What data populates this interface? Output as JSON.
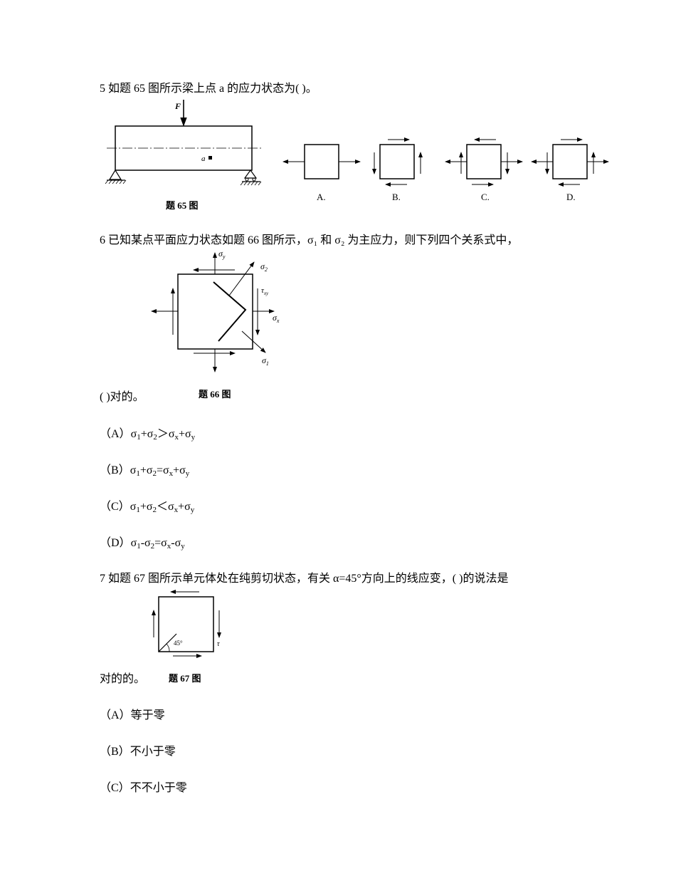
{
  "q5": {
    "text": "5 如题 65 图所示梁上点 a 的应力状态为( )。",
    "force_label": "F",
    "point_label": "a",
    "figure_caption": "题 65 图",
    "choices": [
      "A.",
      "B.",
      "C.",
      "D."
    ]
  },
  "q6": {
    "text": "6 已知某点平面应力状态如题 66 图所示，σ₁ 和 σ₂ 为主应力，则下列四个关系式中，",
    "text_cont": "( )对的。",
    "figure_caption": "题 66 图",
    "fig_labels": {
      "sigma_y": "σ",
      "sigma_y_sub": "y",
      "sigma_2": "σ",
      "sigma_2_sub": "2",
      "tau_xy": "τ",
      "tau_xy_sub": "xy",
      "sigma_x": "σ",
      "sigma_x_sub": "x",
      "sigma_1": "σ",
      "sigma_1_sub": "1"
    },
    "options": [
      {
        "label": "（A）",
        "a": "σ",
        "a_sub": "1",
        "op1": "+",
        "b": "σ",
        "b_sub": "2",
        "rel": "＞",
        "c": "σ",
        "c_sub": "x",
        "op2": "+",
        "d": "σ",
        "d_sub": "y"
      },
      {
        "label": "（B）",
        "a": "σ",
        "a_sub": "1",
        "op1": "+",
        "b": "σ",
        "b_sub": "2",
        "rel": "=",
        "c": "σ",
        "c_sub": "x",
        "op2": "+",
        "d": "σ",
        "d_sub": "y"
      },
      {
        "label": "（C）",
        "a": "σ",
        "a_sub": "1",
        "op1": "+",
        "b": "σ",
        "b_sub": "2",
        "rel": "＜",
        "c": "σ",
        "c_sub": "x",
        "op2": "+",
        "d": "σ",
        "d_sub": "y"
      },
      {
        "label": "（D）",
        "a": "σ",
        "a_sub": "1",
        "op1": "-",
        "b": "σ",
        "b_sub": "2",
        "rel": "=",
        "c": "σ",
        "c_sub": "x",
        "op2": "-",
        "d": "σ",
        "d_sub": "y"
      }
    ]
  },
  "q7": {
    "text": "7 如题 67 图所示单元体处在纯剪切状态，有关 α=45°方向上的线应变，( )的说法是",
    "text_cont": "对的的。",
    "figure_caption": "题 67 图",
    "angle_label": "45°",
    "tau_label": "τ",
    "options": [
      {
        "label": "（A）",
        "text": "等于零"
      },
      {
        "label": "（B）",
        "text": "不小于零"
      },
      {
        "label": "（C）",
        "text": "不不小于零"
      }
    ]
  }
}
